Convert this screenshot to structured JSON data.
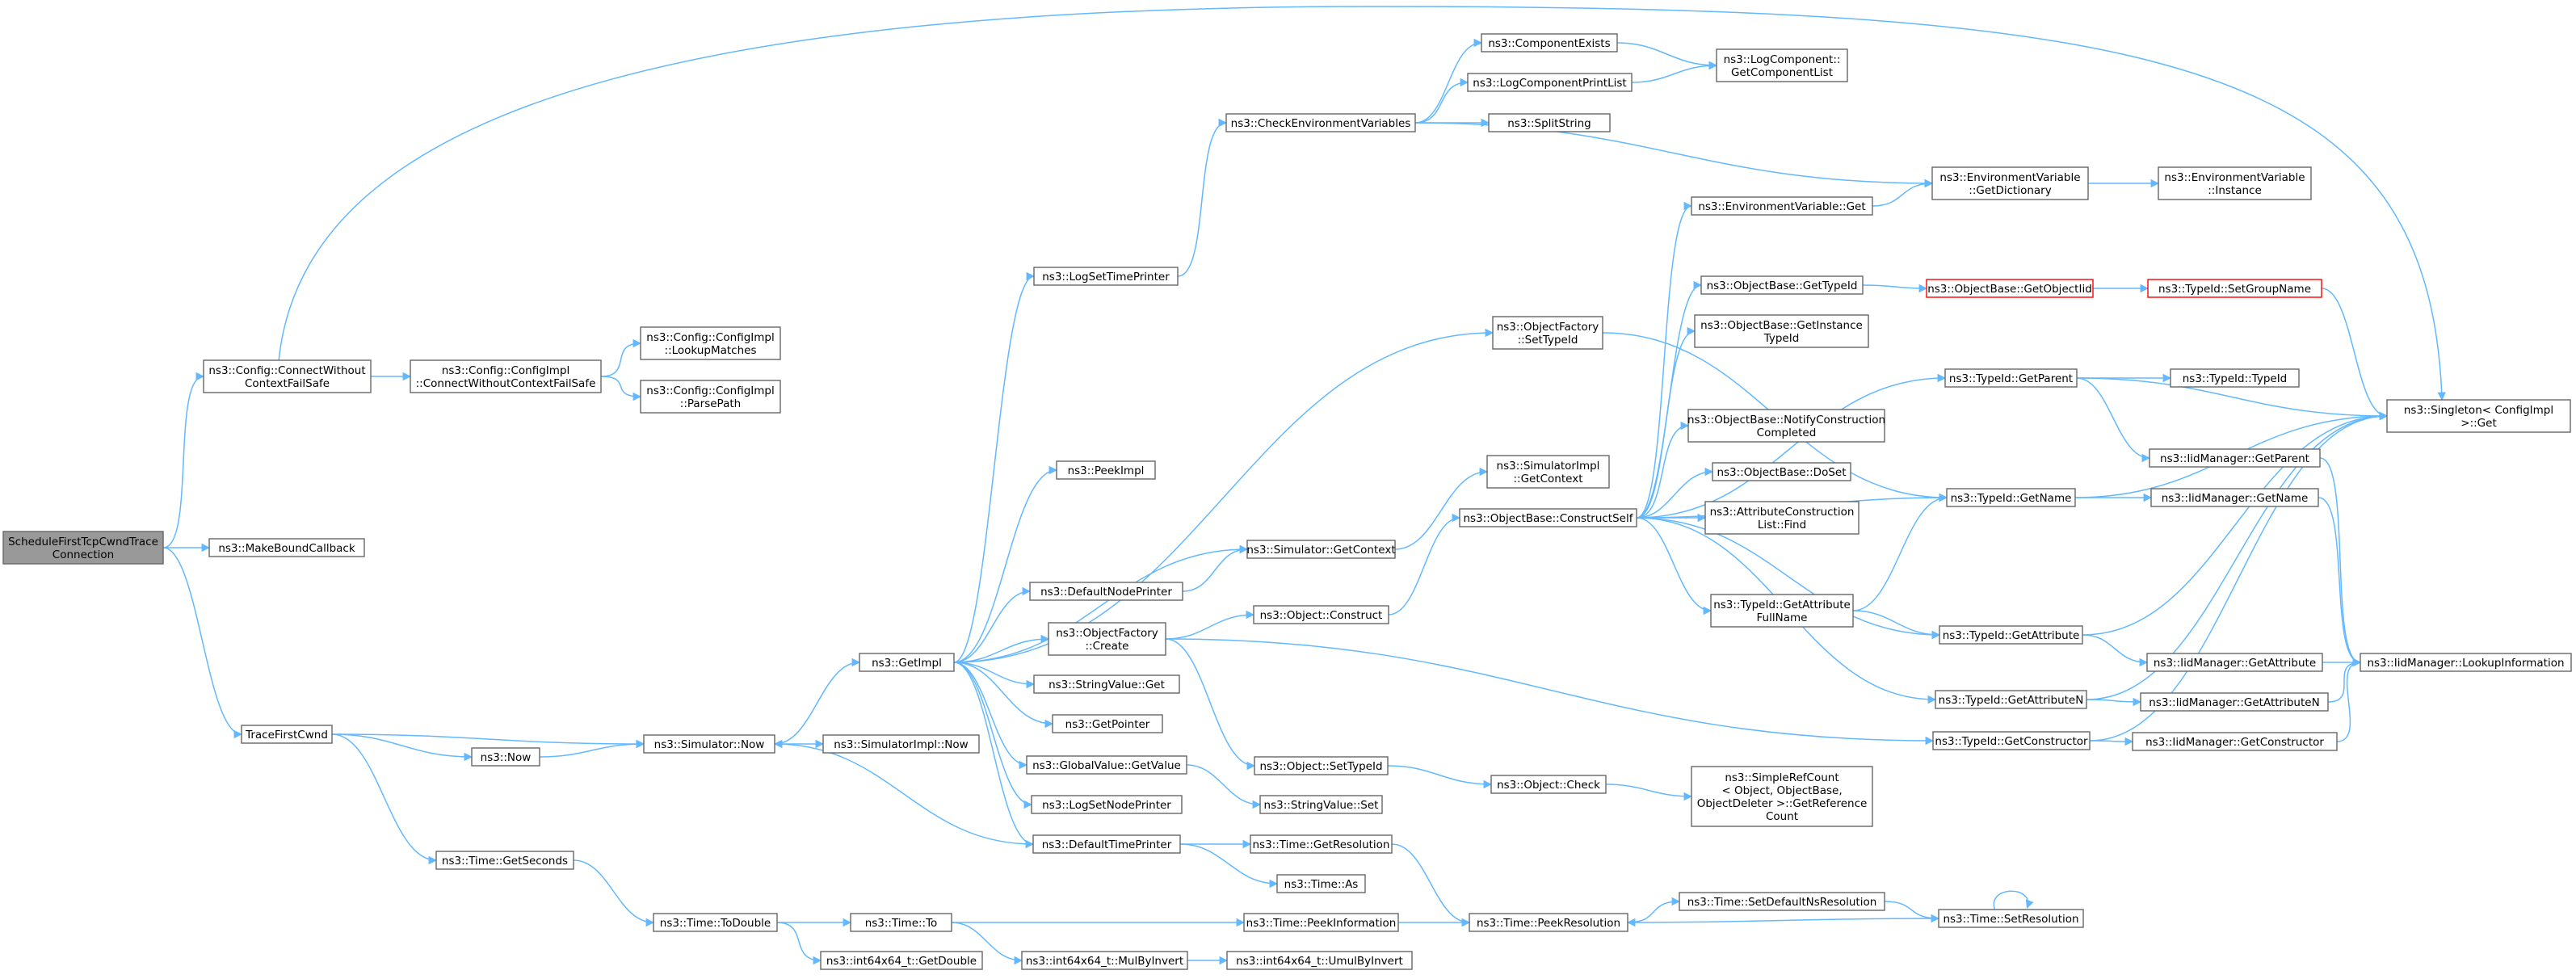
{
  "nodes": [
    {
      "id": "root",
      "lines": [
        "ScheduleFirstTcpCwndTrace",
        "Connection"
      ],
      "style": "root"
    },
    {
      "id": "cwf",
      "lines": [
        "ns3::Config::ConnectWithout",
        "ContextFailSafe"
      ]
    },
    {
      "id": "mbc",
      "lines": [
        "ns3::MakeBoundCallback"
      ]
    },
    {
      "id": "tfc",
      "lines": [
        "TraceFirstCwnd"
      ]
    },
    {
      "id": "cicwf",
      "lines": [
        "ns3::Config::ConfigImpl",
        "::ConnectWithoutContextFailSafe"
      ]
    },
    {
      "id": "lookup",
      "lines": [
        "ns3::Config::ConfigImpl",
        "::LookupMatches"
      ]
    },
    {
      "id": "parse",
      "lines": [
        "ns3::Config::ConfigImpl",
        "::ParsePath"
      ]
    },
    {
      "id": "now",
      "lines": [
        "ns3::Now"
      ]
    },
    {
      "id": "simnow",
      "lines": [
        "ns3::Simulator::Now"
      ]
    },
    {
      "id": "getsec",
      "lines": [
        "ns3::Time::GetSeconds"
      ]
    },
    {
      "id": "todouble",
      "lines": [
        "ns3::Time::ToDouble"
      ]
    },
    {
      "id": "getdouble",
      "lines": [
        "ns3::int64x64_t::GetDouble"
      ]
    },
    {
      "id": "timeto",
      "lines": [
        "ns3::Time::To"
      ]
    },
    {
      "id": "simimplnow",
      "lines": [
        "ns3::SimulatorImpl::Now"
      ]
    },
    {
      "id": "getimpl",
      "lines": [
        "ns3::GetImpl"
      ]
    },
    {
      "id": "mulbyinv",
      "lines": [
        "ns3::int64x64_t::MulByInvert"
      ]
    },
    {
      "id": "umulbyinv",
      "lines": [
        "ns3::int64x64_t::UmulByInvert"
      ]
    },
    {
      "id": "logset",
      "lines": [
        "ns3::LogSetTimePrinter"
      ]
    },
    {
      "id": "peekimpl",
      "lines": [
        "ns3::PeekImpl"
      ]
    },
    {
      "id": "defnode",
      "lines": [
        "ns3::DefaultNodePrinter"
      ]
    },
    {
      "id": "ofcreate",
      "lines": [
        "ns3::ObjectFactory",
        "::Create"
      ]
    },
    {
      "id": "strget",
      "lines": [
        "ns3::StringValue::Get"
      ]
    },
    {
      "id": "getptr",
      "lines": [
        "ns3::GetPointer"
      ]
    },
    {
      "id": "gvget",
      "lines": [
        "ns3::GlobalValue::GetValue"
      ]
    },
    {
      "id": "logsetnode",
      "lines": [
        "ns3::LogSetNodePrinter"
      ]
    },
    {
      "id": "deftime",
      "lines": [
        "ns3::DefaultTimePrinter"
      ]
    },
    {
      "id": "checkenv",
      "lines": [
        "ns3::CheckEnvironmentVariables"
      ]
    },
    {
      "id": "ofsettid",
      "lines": [
        "ns3::ObjectFactory",
        "::SetTypeId"
      ]
    },
    {
      "id": "simgetctx",
      "lines": [
        "ns3::Simulator::GetContext"
      ]
    },
    {
      "id": "objconstruct",
      "lines": [
        "ns3::Object::Construct"
      ]
    },
    {
      "id": "objsettid",
      "lines": [
        "ns3::Object::SetTypeId"
      ]
    },
    {
      "id": "strset",
      "lines": [
        "ns3::StringValue::Set"
      ]
    },
    {
      "id": "getres",
      "lines": [
        "ns3::Time::GetResolution"
      ]
    },
    {
      "id": "timeas",
      "lines": [
        "ns3::Time::As"
      ]
    },
    {
      "id": "peekinfo",
      "lines": [
        "ns3::Time::PeekInformation"
      ]
    },
    {
      "id": "compexists",
      "lines": [
        "ns3::ComponentExists"
      ]
    },
    {
      "id": "logprint",
      "lines": [
        "ns3::LogComponentPrintList"
      ]
    },
    {
      "id": "splitstr",
      "lines": [
        "ns3::SplitString"
      ]
    },
    {
      "id": "simimplctx",
      "lines": [
        "ns3::SimulatorImpl",
        "::GetContext"
      ]
    },
    {
      "id": "cself",
      "lines": [
        "ns3::ObjectBase::ConstructSelf"
      ]
    },
    {
      "id": "objcheck",
      "lines": [
        "ns3::Object::Check"
      ]
    },
    {
      "id": "peekres",
      "lines": [
        "ns3::Time::PeekResolution"
      ]
    },
    {
      "id": "logcompget",
      "lines": [
        "ns3::LogComponent::",
        "GetComponentList"
      ]
    },
    {
      "id": "envget",
      "lines": [
        "ns3::EnvironmentVariable::Get"
      ]
    },
    {
      "id": "obgettid",
      "lines": [
        "ns3::ObjectBase::GetTypeId"
      ]
    },
    {
      "id": "obgetinst",
      "lines": [
        "ns3::ObjectBase::GetInstance",
        "TypeId"
      ]
    },
    {
      "id": "obnotify",
      "lines": [
        "ns3::ObjectBase::NotifyConstruction",
        "Completed"
      ]
    },
    {
      "id": "obdoset",
      "lines": [
        "ns3::ObjectBase::DoSet"
      ]
    },
    {
      "id": "attrfind",
      "lines": [
        "ns3::AttributeConstruction",
        "List::Find"
      ]
    },
    {
      "id": "getattrfull",
      "lines": [
        "ns3::TypeId::GetAttribute",
        "FullName"
      ]
    },
    {
      "id": "simplerc",
      "lines": [
        "ns3::SimpleRefCount",
        "< Object, ObjectBase,",
        "ObjectDeleter >::GetReference",
        "Count"
      ]
    },
    {
      "id": "setdefns",
      "lines": [
        "ns3::Time::SetDefaultNsResolution"
      ]
    },
    {
      "id": "envdict",
      "lines": [
        "ns3::EnvironmentVariable",
        "::GetDictionary"
      ]
    },
    {
      "id": "obgetoiid",
      "lines": [
        "ns3::ObjectBase::GetObjectIid"
      ],
      "style": "red"
    },
    {
      "id": "tidgetparent",
      "lines": [
        "ns3::TypeId::GetParent"
      ]
    },
    {
      "id": "tidgetname",
      "lines": [
        "ns3::TypeId::GetName"
      ]
    },
    {
      "id": "tidgetattr",
      "lines": [
        "ns3::TypeId::GetAttribute"
      ]
    },
    {
      "id": "tidgetattrn",
      "lines": [
        "ns3::TypeId::GetAttributeN"
      ]
    },
    {
      "id": "tidgetctor",
      "lines": [
        "ns3::TypeId::GetConstructor"
      ]
    },
    {
      "id": "setres",
      "lines": [
        "ns3::Time::SetResolution"
      ]
    },
    {
      "id": "envinst",
      "lines": [
        "ns3::EnvironmentVariable",
        "::Instance"
      ]
    },
    {
      "id": "tidsetgroup",
      "lines": [
        "ns3::TypeId::SetGroupName"
      ],
      "style": "red"
    },
    {
      "id": "tidtid",
      "lines": [
        "ns3::TypeId::TypeId"
      ]
    },
    {
      "id": "iidgetparent",
      "lines": [
        "ns3::IidManager::GetParent"
      ]
    },
    {
      "id": "iidgetname",
      "lines": [
        "ns3::IidManager::GetName"
      ]
    },
    {
      "id": "iidgetattr",
      "lines": [
        "ns3::IidManager::GetAttribute"
      ]
    },
    {
      "id": "iidgetattrn",
      "lines": [
        "ns3::IidManager::GetAttributeN"
      ]
    },
    {
      "id": "iidgetctor",
      "lines": [
        "ns3::IidManager::GetConstructor"
      ]
    },
    {
      "id": "singleton",
      "lines": [
        "ns3::Singleton< ConfigImpl",
        ">::Get"
      ]
    },
    {
      "id": "iidlookup",
      "lines": [
        "ns3::IidManager::LookupInformation"
      ]
    }
  ],
  "edges": [
    [
      "root",
      "cwf"
    ],
    [
      "root",
      "mbc"
    ],
    [
      "root",
      "tfc"
    ],
    [
      "cwf",
      "cicwf"
    ],
    [
      "cwf",
      "singleton"
    ],
    [
      "cicwf",
      "lookup"
    ],
    [
      "cicwf",
      "parse"
    ],
    [
      "tfc",
      "now"
    ],
    [
      "tfc",
      "simnow"
    ],
    [
      "tfc",
      "getsec"
    ],
    [
      "now",
      "simnow"
    ],
    [
      "getsec",
      "todouble"
    ],
    [
      "todouble",
      "timeto"
    ],
    [
      "todouble",
      "getdouble"
    ],
    [
      "timeto",
      "peekinfo"
    ],
    [
      "timeto",
      "mulbyinv"
    ],
    [
      "mulbyinv",
      "umulbyinv"
    ],
    [
      "simnow",
      "getimpl"
    ],
    [
      "simnow",
      "simimplnow"
    ],
    [
      "getimpl",
      "logset"
    ],
    [
      "getimpl",
      "ofsettid"
    ],
    [
      "getimpl",
      "peekimpl"
    ],
    [
      "getimpl",
      "simgetctx"
    ],
    [
      "getimpl",
      "defnode"
    ],
    [
      "getimpl",
      "ofcreate"
    ],
    [
      "getimpl",
      "strget"
    ],
    [
      "getimpl",
      "getptr"
    ],
    [
      "getimpl",
      "gvget"
    ],
    [
      "getimpl",
      "logsetnode"
    ],
    [
      "getimpl",
      "deftime"
    ],
    [
      "deftime",
      "simnow"
    ],
    [
      "deftime",
      "getres"
    ],
    [
      "deftime",
      "timeas"
    ],
    [
      "defnode",
      "simgetctx"
    ],
    [
      "logset",
      "checkenv"
    ],
    [
      "checkenv",
      "compexists"
    ],
    [
      "checkenv",
      "logprint"
    ],
    [
      "checkenv",
      "splitstr"
    ],
    [
      "checkenv",
      "envdict"
    ],
    [
      "compexists",
      "logcompget"
    ],
    [
      "logprint",
      "logcompget"
    ],
    [
      "envdict",
      "envinst"
    ],
    [
      "ofsettid",
      "tidgetname"
    ],
    [
      "simgetctx",
      "simimplctx"
    ],
    [
      "ofcreate",
      "objconstruct"
    ],
    [
      "ofcreate",
      "objsettid"
    ],
    [
      "ofcreate",
      "tidgetctor"
    ],
    [
      "objconstruct",
      "cself"
    ],
    [
      "objsettid",
      "objcheck"
    ],
    [
      "objcheck",
      "simplerc"
    ],
    [
      "gvget",
      "strset"
    ],
    [
      "getres",
      "peekres"
    ],
    [
      "peekinfo",
      "peekres"
    ],
    [
      "peekres",
      "setdefns"
    ],
    [
      "setdefns",
      "setres"
    ],
    [
      "setres",
      "peekres"
    ],
    [
      "setres",
      "setres"
    ],
    [
      "cself",
      "envget"
    ],
    [
      "cself",
      "obgettid"
    ],
    [
      "cself",
      "obgetinst"
    ],
    [
      "cself",
      "obnotify"
    ],
    [
      "cself",
      "obdoset"
    ],
    [
      "cself",
      "attrfind"
    ],
    [
      "cself",
      "getattrfull"
    ],
    [
      "cself",
      "tidgetparent"
    ],
    [
      "cself",
      "tidgetname"
    ],
    [
      "cself",
      "tidgetattr"
    ],
    [
      "cself",
      "tidgetattrn"
    ],
    [
      "envget",
      "envdict"
    ],
    [
      "obgettid",
      "obgetoiid"
    ],
    [
      "obgetoiid",
      "tidsetgroup"
    ],
    [
      "tidsetgroup",
      "singleton"
    ],
    [
      "getattrfull",
      "tidgetname"
    ],
    [
      "getattrfull",
      "tidgetattr"
    ],
    [
      "tidgetparent",
      "tidtid"
    ],
    [
      "tidgetparent",
      "iidgetparent"
    ],
    [
      "tidgetparent",
      "singleton"
    ],
    [
      "tidgetname",
      "iidgetname"
    ],
    [
      "tidgetname",
      "singleton"
    ],
    [
      "tidgetattr",
      "iidgetattr"
    ],
    [
      "tidgetattr",
      "singleton"
    ],
    [
      "tidgetattrn",
      "iidgetattrn"
    ],
    [
      "tidgetattrn",
      "singleton"
    ],
    [
      "tidgetctor",
      "iidgetctor"
    ],
    [
      "tidgetctor",
      "singleton"
    ],
    [
      "iidgetparent",
      "iidlookup"
    ],
    [
      "iidgetname",
      "iidlookup"
    ],
    [
      "iidgetattr",
      "iidlookup"
    ],
    [
      "iidgetattrn",
      "iidlookup"
    ],
    [
      "iidgetctor",
      "iidlookup"
    ]
  ]
}
